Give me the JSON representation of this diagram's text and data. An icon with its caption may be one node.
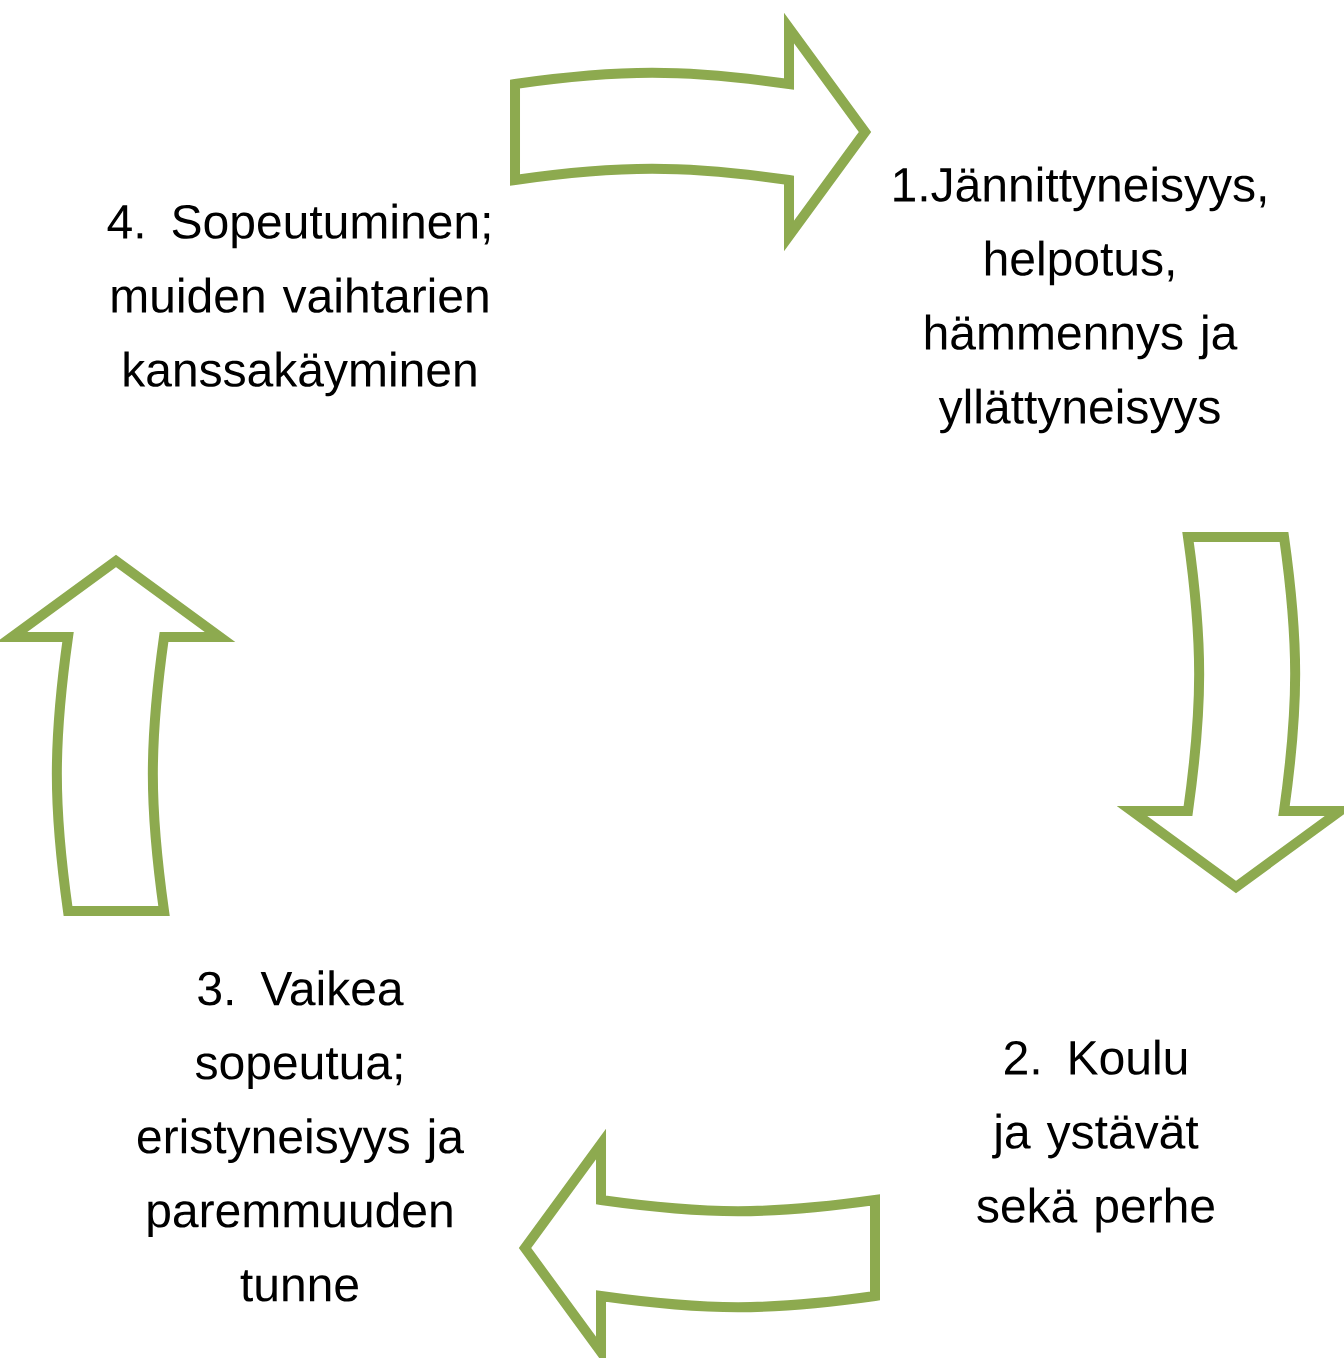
{
  "diagram": {
    "nodes": [
      {
        "text": [
          "4. Sopeutuminen; muiden vaihtarien kanssakäyminen"
        ]
      },
      {
        "text": [
          "1.Jännittyneisyys, helpotus, hämmennys ja yllättyneisyys"
        ]
      },
      {
        "text": [
          "3. Vaikea sopeutua; eristyneisyys ja paremmuuden tunne"
        ]
      },
      {
        "text": [
          "2. Koulu ja ystävät sekä perhe"
        ]
      }
    ],
    "edges": [
      {
        "from": 0,
        "to": 1,
        "arrow": "to"
      },
      {
        "from": 1,
        "to": 3,
        "arrow": "to"
      },
      {
        "from": 3,
        "to": 2,
        "arrow": "to"
      },
      {
        "from": 2,
        "to": 0,
        "arrow": "to"
      }
    ]
  }
}
